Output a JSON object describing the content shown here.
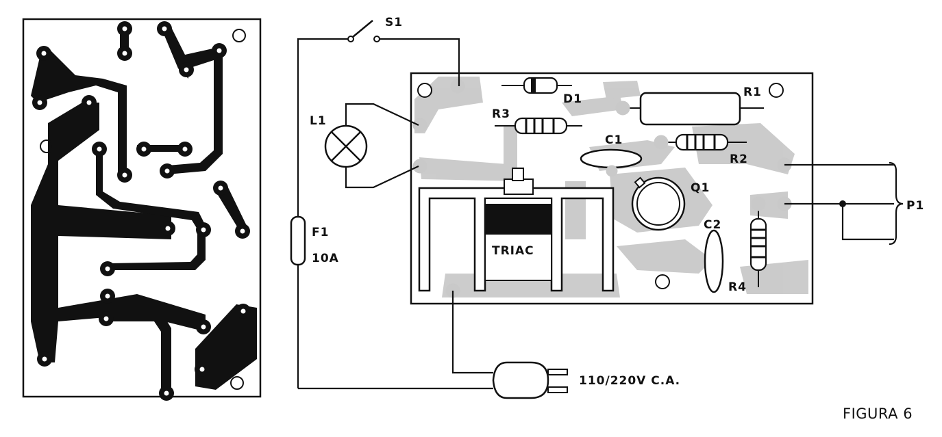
{
  "labels": {
    "s1": "S1",
    "l1": "L1",
    "f1": "F1",
    "fuse_rating": "10A",
    "d1": "D1",
    "r1": "R1",
    "r2": "R2",
    "r3": "R3",
    "r4": "R4",
    "c1": "C1",
    "c2": "C2",
    "q1": "Q1",
    "triac": "TRIAC",
    "p1": "P1",
    "mains": "110/220V C.A.",
    "figure": "FIGURA 6"
  },
  "colors": {
    "ink": "#111111",
    "copper_gray": "#c9c9c9",
    "paper": "#ffffff"
  },
  "icons": {
    "lamp": "lamp-icon",
    "plug": "mains-plug-icon",
    "switch": "switch-icon",
    "fuse": "fuse-icon"
  }
}
